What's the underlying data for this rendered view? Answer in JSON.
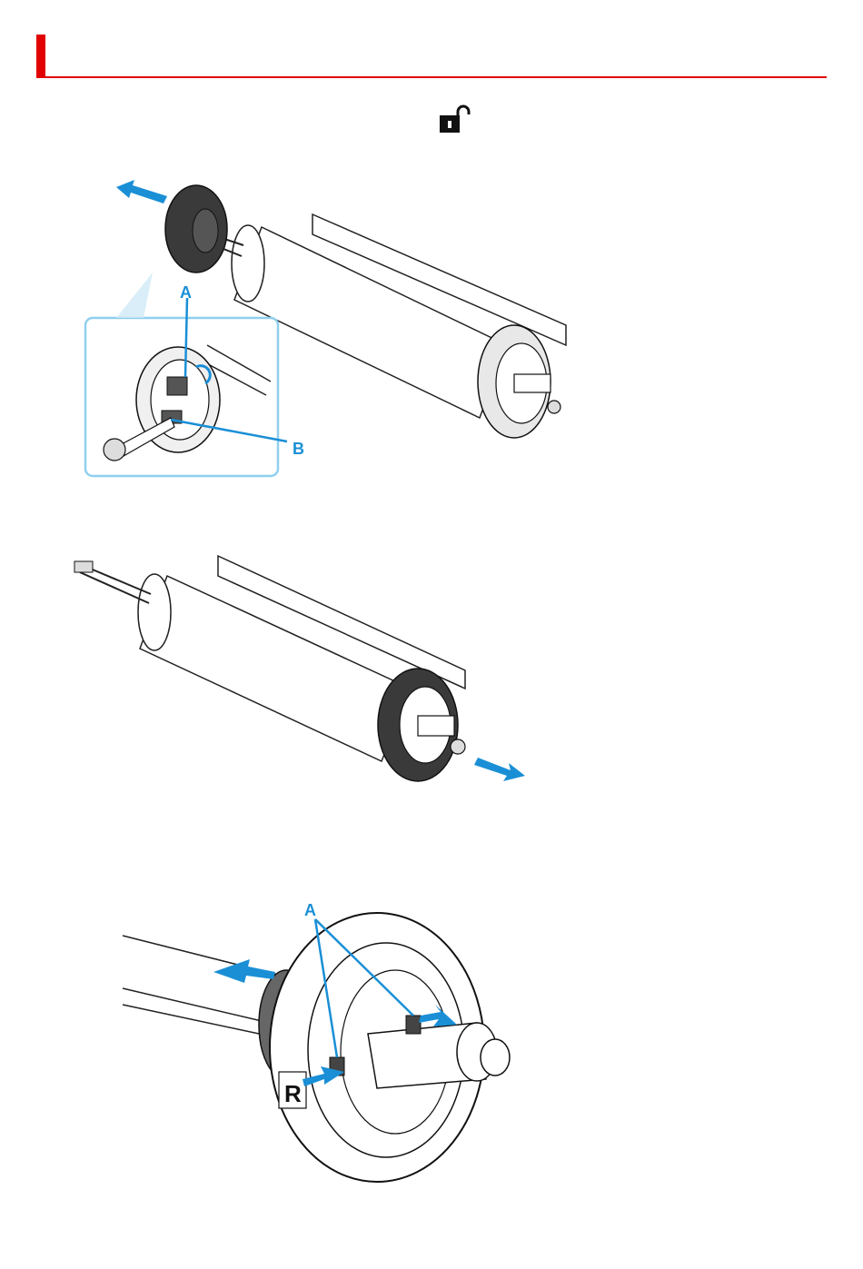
{
  "header": {
    "accent_color": "#e00000"
  },
  "icons": {
    "unlock": "unlock-icon"
  },
  "figures": [
    {
      "callouts": [
        "A",
        "B"
      ]
    },
    {
      "callouts": []
    },
    {
      "callouts": [
        "A"
      ],
      "side_mark": "R"
    }
  ],
  "colors": {
    "arrow": "#1a8fd6",
    "callout": "#1a8fd6",
    "inset_border": "#8fd0ee"
  }
}
